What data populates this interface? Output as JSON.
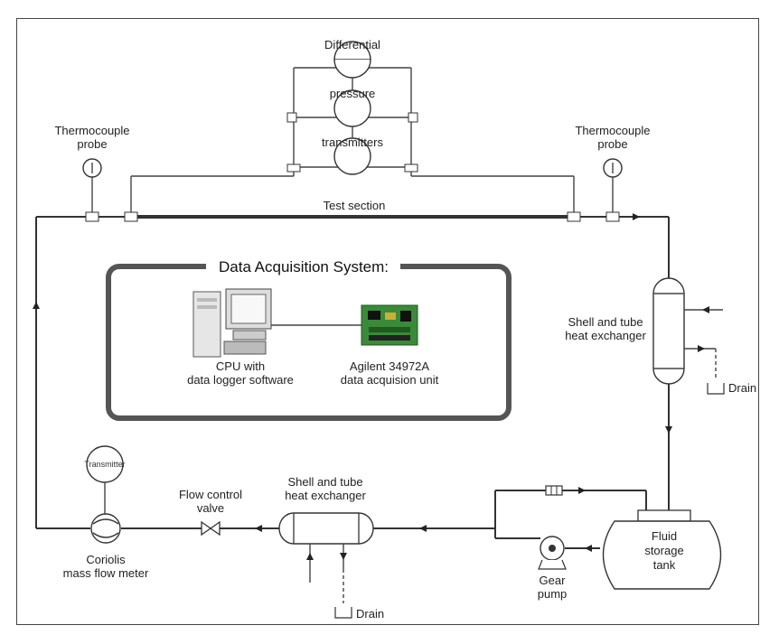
{
  "diagram": {
    "labels": {
      "differential": "Differential",
      "pressure": "pressure",
      "transmitters": "transmitters",
      "thermocouple_left_l1": "Thermocouple",
      "thermocouple_left_l2": "probe",
      "thermocouple_right_l1": "Thermocouple",
      "thermocouple_right_l2": "probe",
      "test_section": "Test section",
      "das_title": "Data Acquisition System:",
      "cpu_l1": "CPU with",
      "cpu_l2": "data logger software",
      "agilent_l1": "Agilent 34972A",
      "agilent_l2": "data acquision unit",
      "hx_right_l1": "Shell and tube",
      "hx_right_l2": "heat exchanger",
      "drain_right": "Drain",
      "transmitter": "Transmitter",
      "coriolis_l1": "Coriolis",
      "coriolis_l2": "mass flow meter",
      "fcv_l1": "Flow control",
      "fcv_l2": "valve",
      "hx_bottom_l1": "Shell and tube",
      "hx_bottom_l2": "heat exchanger",
      "drain_bottom": "Drain",
      "tank_l1": "Fluid",
      "tank_l2": "storage",
      "tank_l3": "tank",
      "pump_l1": "Gear",
      "pump_l2": "pump"
    },
    "colors": {
      "line": "#333333",
      "das_border": "#555555",
      "board": "#3a8a3a"
    }
  }
}
